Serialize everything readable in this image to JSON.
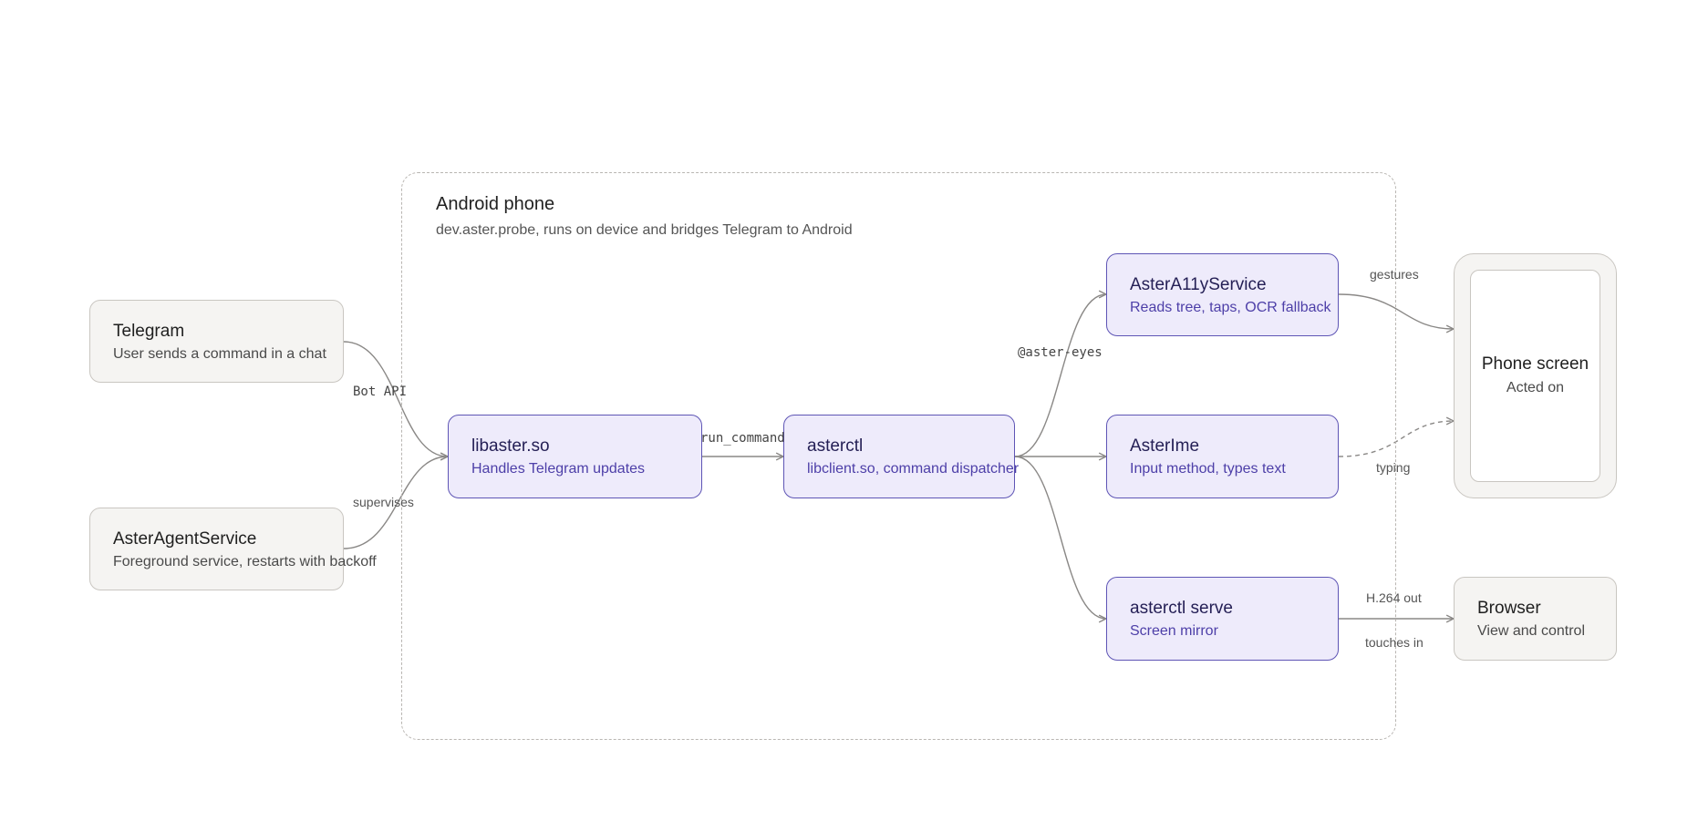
{
  "group": {
    "title": "Android phone",
    "subtitle": "dev.aster.probe, runs on device and bridges Telegram to Android"
  },
  "nodes": {
    "telegram": {
      "title": "Telegram",
      "subtitle": "User sends a command in a chat"
    },
    "agent": {
      "title": "AsterAgentService",
      "subtitle": "Foreground service, restarts with backoff"
    },
    "libaster": {
      "title": "libaster.so",
      "subtitle": "Handles Telegram updates"
    },
    "asterctl": {
      "title": "asterctl",
      "subtitle": "libclient.so, command dispatcher"
    },
    "a11y": {
      "title": "AsterA11yService",
      "subtitle": "Reads tree, taps, OCR fallback"
    },
    "ime": {
      "title": "AsterIme",
      "subtitle": "Input method, types text"
    },
    "serve": {
      "title": "asterctl serve",
      "subtitle": "Screen mirror"
    },
    "phone": {
      "title": "Phone screen",
      "subtitle": "Acted on"
    },
    "browser": {
      "title": "Browser",
      "subtitle": "View and control"
    }
  },
  "edges": {
    "bot_api": "Bot API",
    "supervises": "supervises",
    "run_command": "run_command",
    "aster_eyes": "@aster-eyes",
    "gestures": "gestures",
    "typing": "typing",
    "h264_out": "H.264 out",
    "touches_in": "touches in"
  },
  "colors": {
    "inner_fill": "#eeebfb",
    "inner_stroke": "#5e55b5",
    "outer_fill": "#f5f4f2",
    "outer_stroke": "#c9c6c1",
    "edge": "#8a8886"
  }
}
